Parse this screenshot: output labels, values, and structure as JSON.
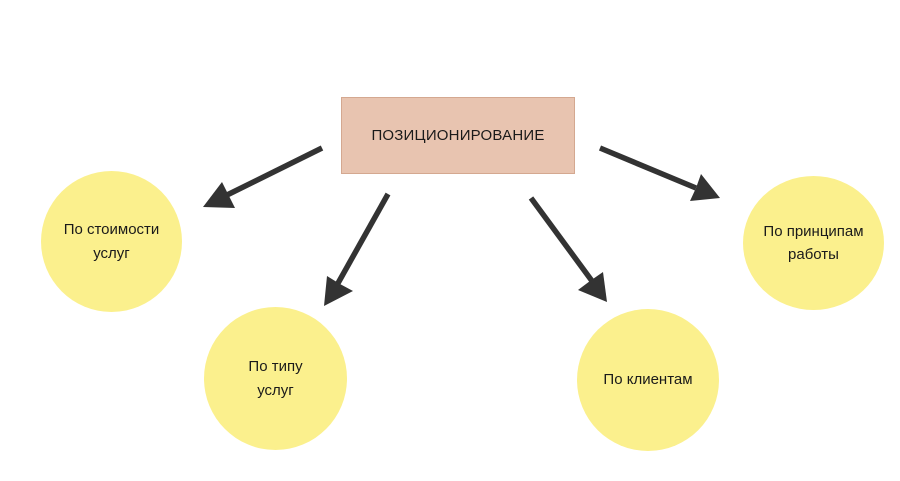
{
  "diagram": {
    "root": {
      "label": "ПОЗИЦИОНИРОВАНИЕ"
    },
    "nodes": [
      {
        "label": "По стоимости услуг"
      },
      {
        "label": "По типу услуг"
      },
      {
        "label": "По клиентам"
      },
      {
        "label": "По принципам работы"
      }
    ],
    "colors": {
      "root_fill": "#e8c4b0",
      "node_fill": "#fbf08d",
      "arrow": "#333333"
    }
  }
}
